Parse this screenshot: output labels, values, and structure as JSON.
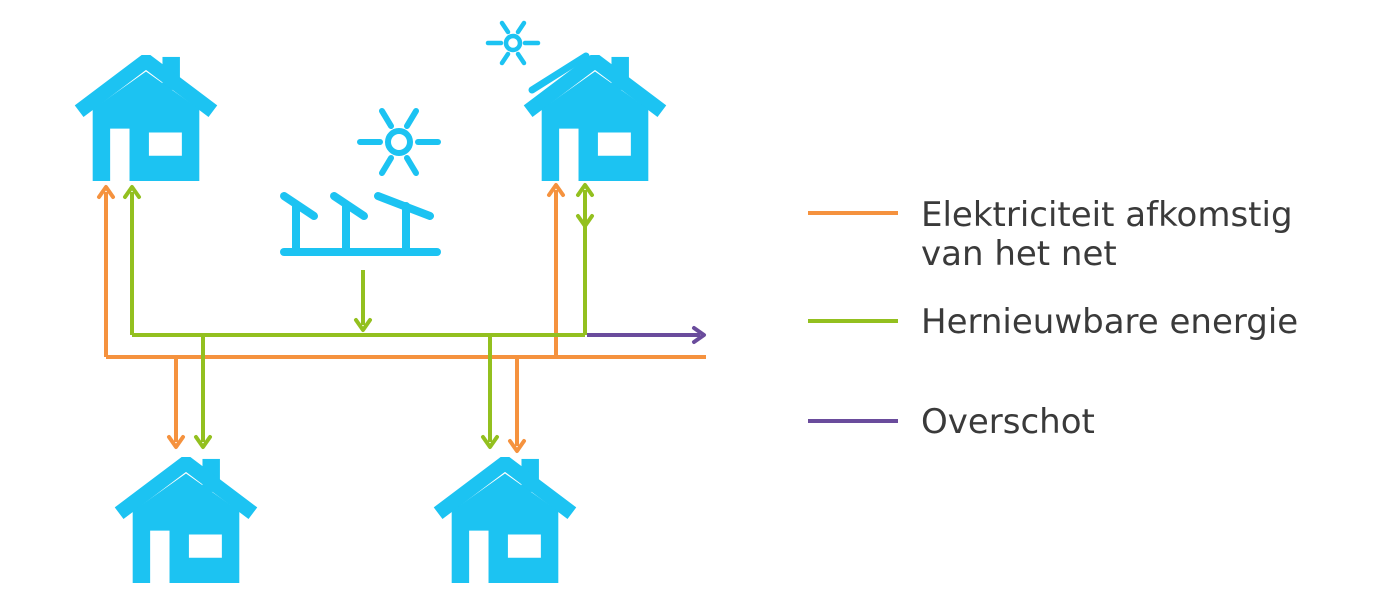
{
  "colors": {
    "house": "#1CC3F2",
    "grid": "#F5923E",
    "renewable": "#93C01F",
    "surplus": "#6A4C9C",
    "text": "#3a3a3a"
  },
  "icons": {
    "house": "house-icon",
    "sun": "sun-icon",
    "solar_panel": "solar-panel-icon"
  },
  "legend": [
    {
      "key": "grid",
      "lines": [
        "Elektriciteit afkomstig",
        "van het net"
      ]
    },
    {
      "key": "renewable",
      "lines": [
        "Hernieuwbare energie"
      ]
    },
    {
      "key": "surplus",
      "lines": [
        "Overschot"
      ]
    }
  ]
}
